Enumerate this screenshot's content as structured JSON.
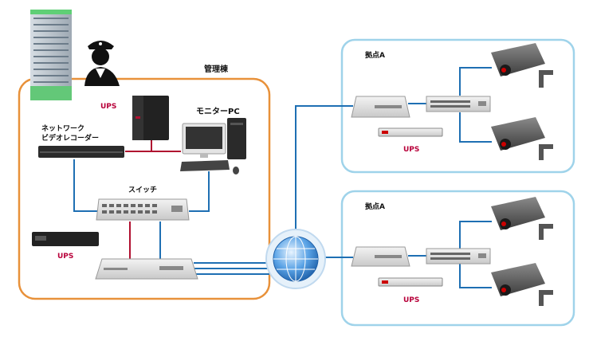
{
  "labels": {
    "admin_building": "管理棟",
    "monitor_pc": "モニターPC",
    "nvr_line1": "ネットワーク",
    "nvr_line2": "ビデオレコーダー",
    "switch": "スイッチ",
    "ups": "UPS",
    "site_a_top": "拠点A",
    "site_a_bottom": "拠点A"
  },
  "colors": {
    "admin_border": "#e8913a",
    "site_border": "#9fd3ea",
    "network_line": "#1e6fb3",
    "power_line": "#b01030",
    "ups_text": "#b8003a"
  },
  "icons": [
    "office-building-icon",
    "security-guard-icon",
    "ups-tower-icon",
    "monitor-pc-icon",
    "keyboard-icon",
    "mouse-icon",
    "nvr-icon",
    "switch-icon",
    "rack-ups-icon",
    "router-icon",
    "internet-globe-icon",
    "security-camera-icon"
  ]
}
